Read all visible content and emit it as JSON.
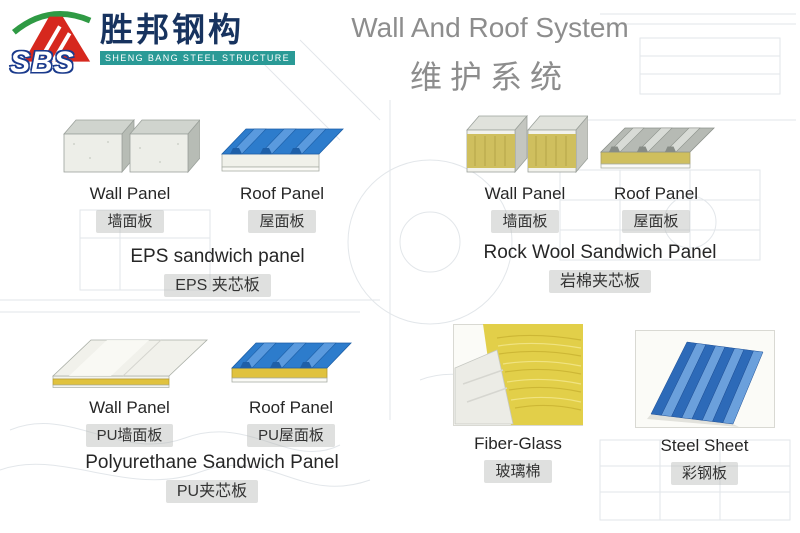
{
  "header": {
    "logo": {
      "sbs_text": "SBS",
      "company_cn": "胜邦钢构",
      "company_en": "SHENG BANG STEEL STRUCTURE"
    },
    "title_en": "Wall And Roof System",
    "title_cn": "维护系统"
  },
  "groups": {
    "eps": {
      "wall": {
        "en": "Wall Panel",
        "cn": "墙面板"
      },
      "roof": {
        "en": "Roof Panel",
        "cn": "屋面板"
      },
      "caption_en": "EPS sandwich panel",
      "caption_cn": "EPS 夹芯板"
    },
    "rockwool": {
      "wall": {
        "en": "Wall Panel",
        "cn": "墙面板"
      },
      "roof": {
        "en": "Roof Panel",
        "cn": "屋面板"
      },
      "caption_en": "Rock Wool Sandwich Panel",
      "caption_cn": "岩棉夹芯板"
    },
    "pu": {
      "wall": {
        "en": "Wall Panel",
        "cn": "PU墙面板"
      },
      "roof": {
        "en": "Roof Panel",
        "cn": "PU屋面板"
      },
      "caption_en": "Polyurethane Sandwich Panel",
      "caption_cn": "PU夹芯板"
    },
    "fiberglass": {
      "en": "Fiber-Glass",
      "cn": "玻璃棉"
    },
    "steel": {
      "en": "Steel Sheet",
      "cn": "彩钢板"
    }
  },
  "colors": {
    "brand_red": "#d6281e",
    "brand_green": "#2f9a44",
    "brand_teal": "#2a9a96",
    "brand_navy": "#17335f",
    "panel_blue": "#2d7ccc",
    "core_yellow": "#e0c23e",
    "title_gray": "#8d8d8d"
  }
}
